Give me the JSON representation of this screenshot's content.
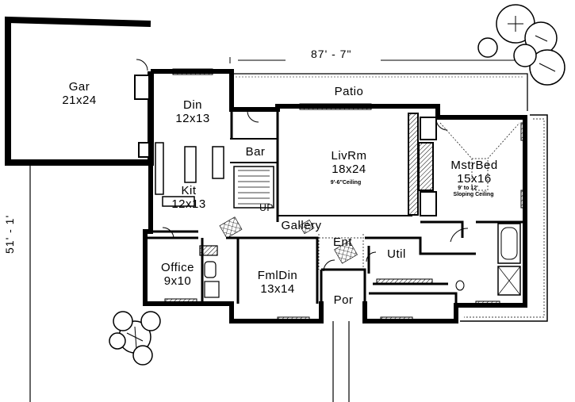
{
  "dimensions": {
    "width_label": "87' - 7\"",
    "depth_label": "51' - 1'"
  },
  "rooms": {
    "gar": {
      "name": "Gar",
      "size": "21x24"
    },
    "din": {
      "name": "Din",
      "size": "12x13"
    },
    "kit": {
      "name": "Kit",
      "size": "12x13"
    },
    "bar": {
      "name": "Bar"
    },
    "livrm": {
      "name": "LivRm",
      "size": "18x24",
      "note": "9'-6\"Ceiling"
    },
    "mstrbed": {
      "name": "MstrBed",
      "size": "15x16",
      "note1": "9' to 12'",
      "note2": "Sloping Ceiling"
    },
    "patio": {
      "name": "Patio"
    },
    "gallery": {
      "name": "Gallery"
    },
    "ent": {
      "name": "Ent"
    },
    "util": {
      "name": "Util"
    },
    "office": {
      "name": "Office",
      "size": "9x10"
    },
    "fmldin": {
      "name": "FmlDin",
      "size": "13x14"
    },
    "por": {
      "name": "Por"
    },
    "stair": {
      "label": "UP"
    }
  },
  "colors": {
    "wall": "#000000",
    "background": "#ffffff",
    "hatch": "#555555"
  },
  "icons": [
    "shrub-icon",
    "tree-icon",
    "stair-icon",
    "tub-icon",
    "toilet-icon"
  ]
}
